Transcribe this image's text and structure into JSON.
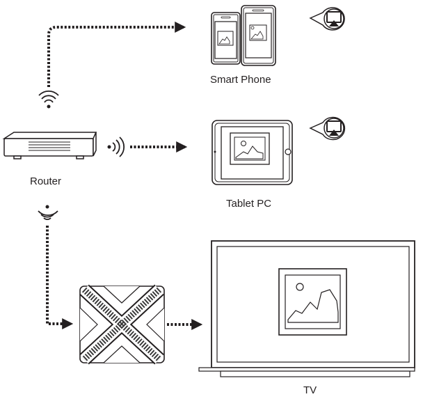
{
  "labels": {
    "smartphone": "Smart Phone",
    "router": "Router",
    "tablet": "Tablet PC",
    "tv": "TV"
  },
  "icons": {
    "airplay": "airplay-icon",
    "wifi": "wifi-icon",
    "picture": "picture-icon"
  },
  "colors": {
    "stroke": "#231f20",
    "fill_dark": "#3a3a3a"
  }
}
